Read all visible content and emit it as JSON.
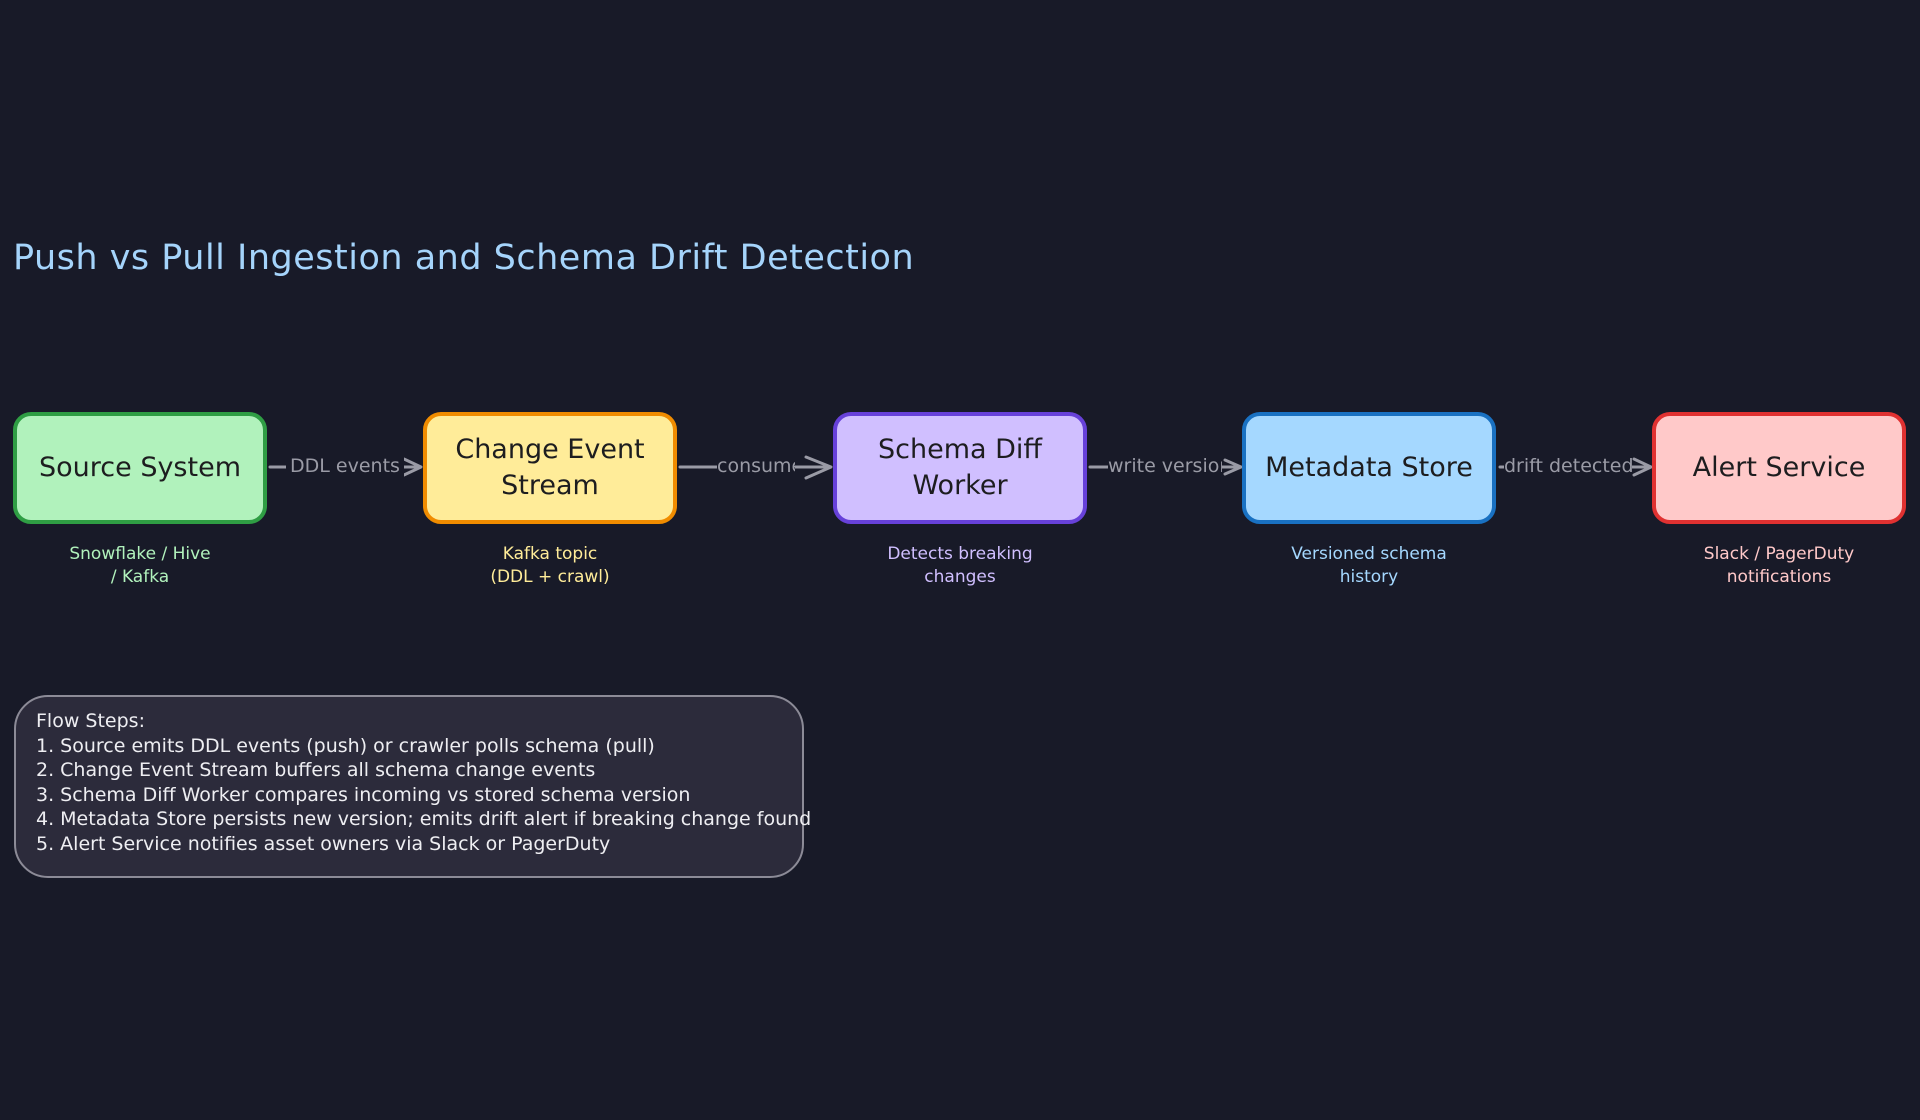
{
  "title": "Push vs Pull Ingestion and Schema Drift Detection",
  "nodes": [
    {
      "label": "Source System",
      "sub": "Snowflake / Hive\n/ Kafka",
      "fill": "#b1f2bc",
      "stroke": "#2f9e44",
      "sub_color": "#b1f2bc"
    },
    {
      "label": "Change Event\nStream",
      "sub": "Kafka topic\n(DDL + crawl)",
      "fill": "#ffec99",
      "stroke": "#f08c00",
      "sub_color": "#ffec99"
    },
    {
      "label": "Schema Diff\nWorker",
      "sub": "Detects breaking\nchanges",
      "fill": "#d0bfff",
      "stroke": "#6741d9",
      "sub_color": "#d0bfff"
    },
    {
      "label": "Metadata Store",
      "sub": "Versioned schema\nhistory",
      "fill": "#a5d8ff",
      "stroke": "#1971c2",
      "sub_color": "#a5d8ff"
    },
    {
      "label": "Alert Service",
      "sub": "Slack / PagerDuty\nnotifications",
      "fill": "#ffc9c9",
      "stroke": "#e03131",
      "sub_color": "#ffc9c9"
    }
  ],
  "edges": [
    {
      "label": "DDL events"
    },
    {
      "label": "consume"
    },
    {
      "label": "write version"
    },
    {
      "label": "drift detected"
    }
  ],
  "steps": {
    "title": "Flow Steps:",
    "items": [
      "1. Source emits DDL events (push) or crawler polls schema (pull)",
      "2. Change Event Stream buffers all schema change events",
      "3. Schema Diff Worker compares incoming vs stored schema version",
      "4. Metadata Store persists new version; emits drift alert if breaking change found",
      "5. Alert Service notifies asset owners via Slack or PagerDuty"
    ]
  },
  "colors": {
    "background": "#181a28",
    "title": "#a5d4fb",
    "arrow": "#9a9ba6"
  }
}
